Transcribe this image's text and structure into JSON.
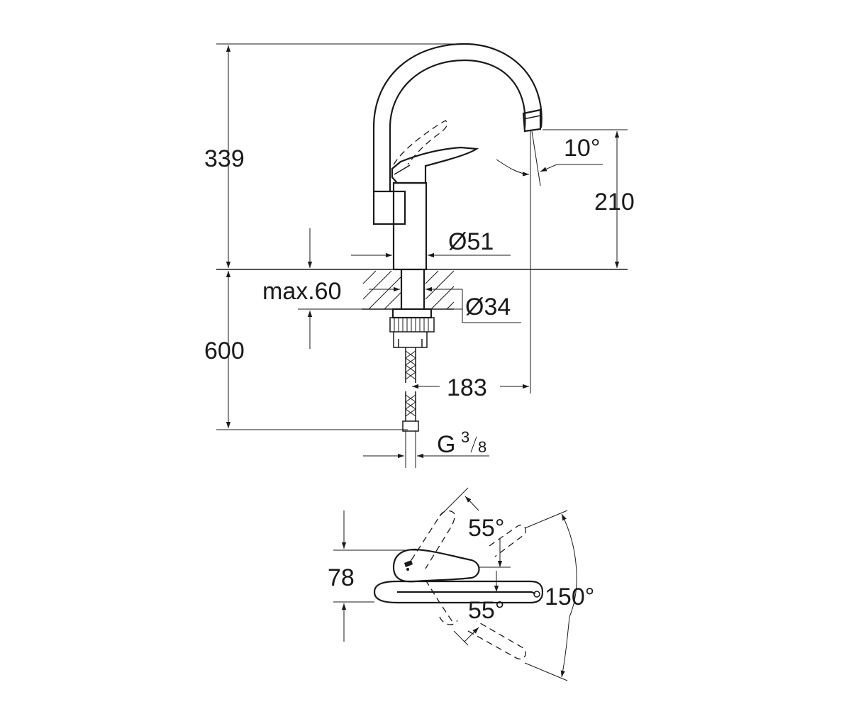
{
  "front_view": {
    "height_total": "339",
    "spout_height": "210",
    "spout_angle": "10°",
    "body_diameter": "Ø51",
    "shank_diameter": "Ø34",
    "max_deck_thickness": "max.60",
    "hose_length": "600",
    "spout_reach": "183",
    "connection_G": "G",
    "connection_num": "3",
    "connection_den": "8"
  },
  "top_view": {
    "lever_height": "78",
    "angle_upper": "55°",
    "angle_lower": "55°",
    "rotation": "150°"
  }
}
